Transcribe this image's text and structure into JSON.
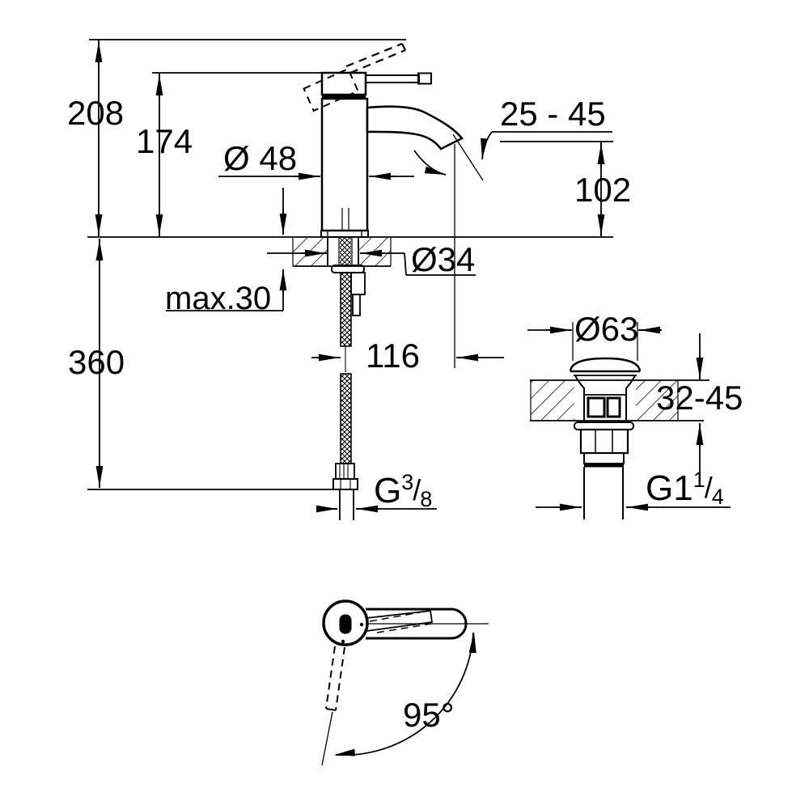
{
  "drawing": {
    "title": "faucet-installation-dimension-drawing",
    "ink_color": "#000000",
    "background_color": "#ffffff",
    "labels": {
      "height_total": "208",
      "height_to_cap": "174",
      "body_diameter": "Ø 48",
      "aerator_range": "25 - 45",
      "spout_height": "102",
      "hole_diameter": "Ø34",
      "max_deck_thickness": "max.30",
      "hose_length": "360",
      "spout_reach": "116",
      "drain_cap_diameter": "Ø63",
      "drain_deck_range": "32-45",
      "handle_angle": "95°",
      "supply_thread": {
        "main": "G",
        "sup": "3",
        "slash": "/",
        "sub": "8"
      },
      "drain_thread": {
        "main": "G1",
        "sup": "1",
        "slash": "/",
        "sub": "4"
      }
    }
  }
}
